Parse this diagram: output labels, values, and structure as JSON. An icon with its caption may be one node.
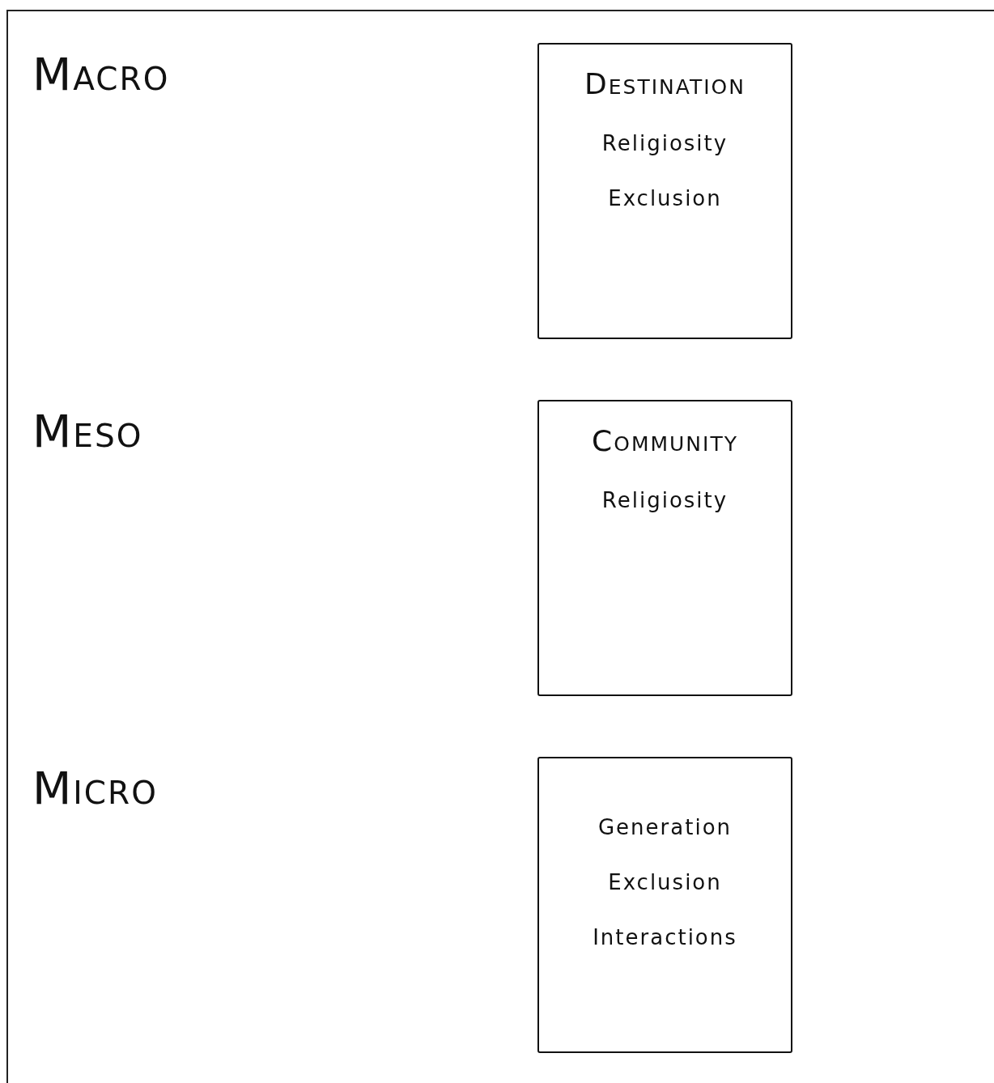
{
  "diagram": {
    "nodes": [
      {
        "text": [
          "Destination",
          "Religiosity",
          "Exclusion"
        ]
      },
      {
        "text": [
          "Community",
          "Religiosity"
        ]
      },
      {
        "text": [
          "Generation",
          "Exclusion",
          "Interactions"
        ]
      }
    ],
    "edges": [],
    "labels": [
      "Macro",
      "Meso",
      "Micro"
    ]
  }
}
